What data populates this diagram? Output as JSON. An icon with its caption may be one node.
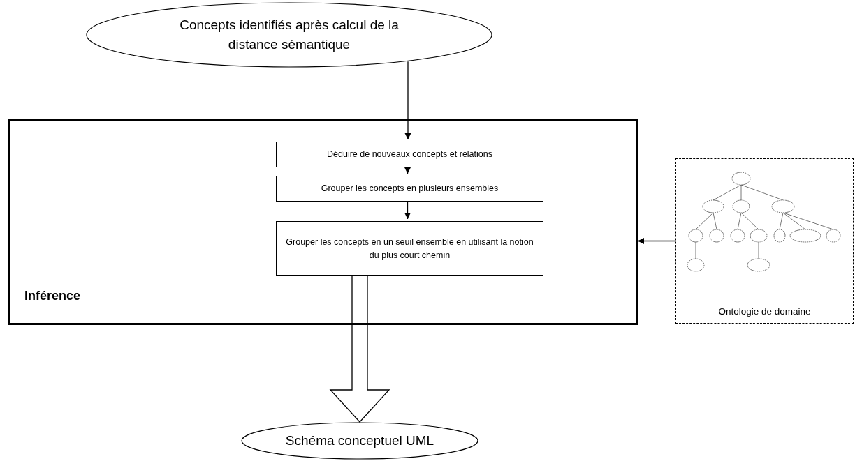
{
  "diagram": {
    "nodes": [
      {
        "text": [
          "Concepts identifiés après calcul de la distance sémantique"
        ]
      },
      {
        "text": [
          "Inférence"
        ]
      },
      {
        "text": [
          "Déduire de nouveaux concepts et relations"
        ],
        "in": 1
      },
      {
        "text": [
          "Grouper les concepts en plusieurs ensembles"
        ],
        "in": 1
      },
      {
        "text": [
          "Grouper les concepts en un seuil ensemble en utilisant la notion du plus court chemin"
        ],
        "in": 1
      },
      {
        "text": [
          "Ontologie de domaine"
        ]
      },
      {
        "text": [
          "Schéma conceptuel UML"
        ]
      }
    ],
    "edges": [
      {
        "from": 0,
        "to": 2,
        "arrow": "to"
      },
      {
        "from": 2,
        "to": 3,
        "arrow": "to"
      },
      {
        "from": 3,
        "to": 4,
        "arrow": "to"
      },
      {
        "from": 5,
        "to": 1,
        "arrow": "to"
      },
      {
        "from": 4,
        "to": 6,
        "arrow": "to",
        "style": "thick"
      }
    ]
  }
}
